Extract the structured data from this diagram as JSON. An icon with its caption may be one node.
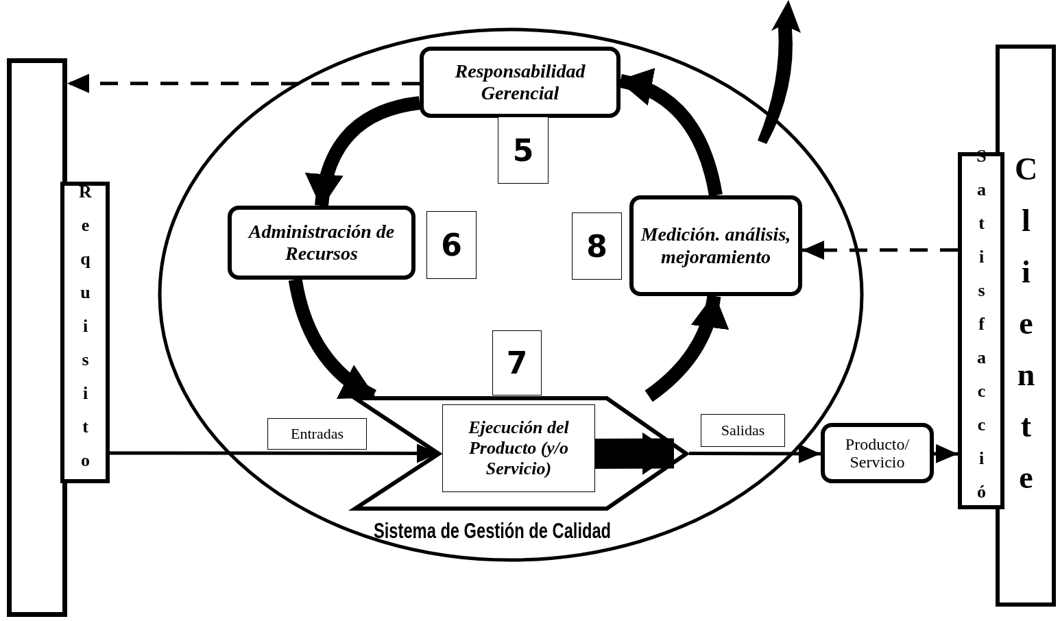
{
  "diagram": {
    "nodes": [
      {
        "text": [],
        "shape": "box"
      },
      {
        "text": [
          "Requisito"
        ]
      },
      {
        "text": [
          "Sistema de Gestión de Calidad"
        ]
      },
      {
        "text": [
          "Responsabilidad Gerencial"
        ],
        "in": 2
      },
      {
        "text": [
          "5"
        ],
        "in": 2
      },
      {
        "text": [
          "Administración de Recursos"
        ],
        "in": 2
      },
      {
        "text": [
          "6"
        ],
        "in": 2
      },
      {
        "text": [
          "8"
        ],
        "in": 2
      },
      {
        "text": [
          "Medición. análisis, mejoramiento"
        ],
        "in": 2
      },
      {
        "text": [
          "7"
        ],
        "in": 2
      },
      {
        "text": [],
        "shape": "chevron",
        "in": 2
      },
      {
        "text": [
          "Ejecución del Producto (y/o Servicio)"
        ],
        "in": 10
      },
      {
        "text": [
          "Entradas"
        ],
        "in": 2
      },
      {
        "text": [
          "Salidas"
        ],
        "in": 2
      },
      {
        "text": [
          "Producto/ Servicio"
        ]
      },
      {
        "text": [
          "Satisfacció"
        ]
      },
      {
        "text": [
          "Cliente"
        ]
      }
    ],
    "edges": [
      {
        "from": 3,
        "to": 0,
        "arrow": "to",
        "style": "dashed"
      },
      {
        "from": 15,
        "to": 8,
        "arrow": "to",
        "style": "dashed"
      },
      {
        "from": 3,
        "to": 5,
        "arrow": "to",
        "style": "thick"
      },
      {
        "from": 5,
        "to": 10,
        "arrow": "to",
        "style": "thick"
      },
      {
        "from": 10,
        "to": 8,
        "arrow": "to",
        "style": "thick"
      },
      {
        "from": 8,
        "to": 3,
        "arrow": "to",
        "style": "thick"
      },
      {
        "from": 1,
        "to": 10,
        "arrow": "to"
      },
      {
        "from": 10,
        "to": 14,
        "arrow": "to"
      },
      {
        "from": 14,
        "to": 15,
        "arrow": "to"
      },
      {
        "from": 11,
        "to": 10,
        "arrow": "to",
        "style": "thick"
      }
    ]
  }
}
